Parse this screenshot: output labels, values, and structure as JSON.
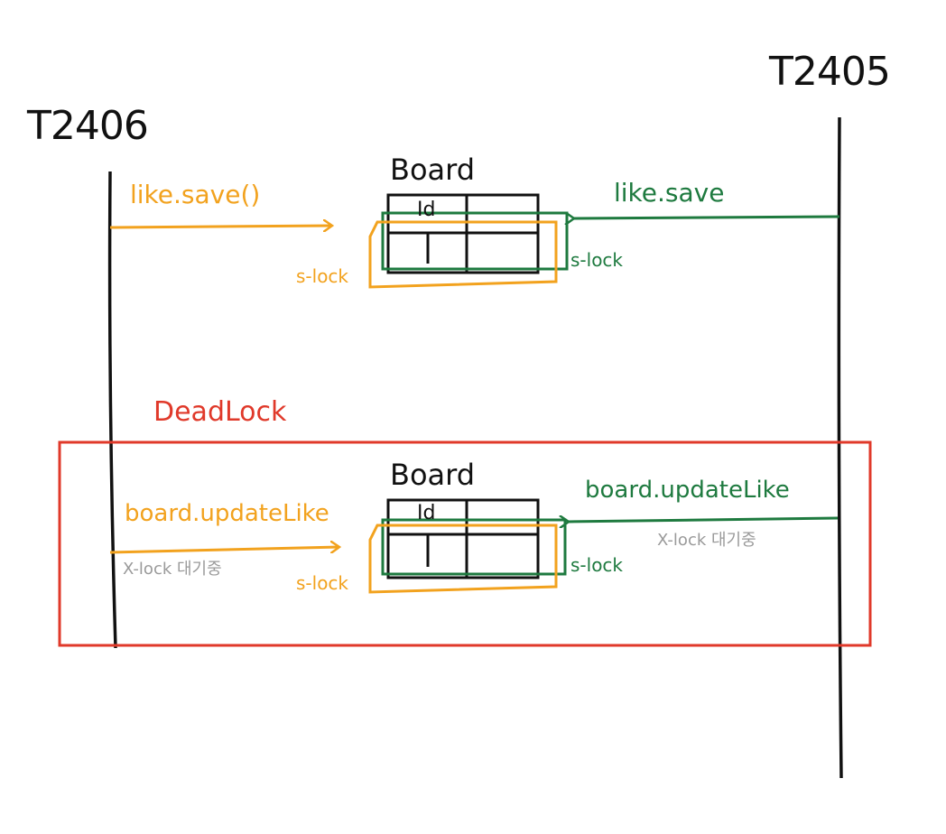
{
  "transactions": {
    "left": "T2406",
    "right": "T2405"
  },
  "colors": {
    "orange": "#f2a21e",
    "green": "#1e7a3f",
    "red": "#e0392a",
    "gray": "#9a9a9a",
    "black": "#111111"
  },
  "scene1": {
    "table_label": "Board",
    "column_label": "Id",
    "left_action": "like.save()",
    "right_action": "like.save",
    "left_lock": "s-lock",
    "right_lock": "s-lock"
  },
  "deadlock_label": "DeadLock",
  "scene2": {
    "table_label": "Board",
    "column_label": "Id",
    "left_action": "board.updateLike",
    "right_action": "board.updateLike",
    "left_wait": "X-lock 대기중",
    "right_wait": "X-lock 대기중",
    "left_lock": "s-lock",
    "right_lock": "s-lock"
  }
}
